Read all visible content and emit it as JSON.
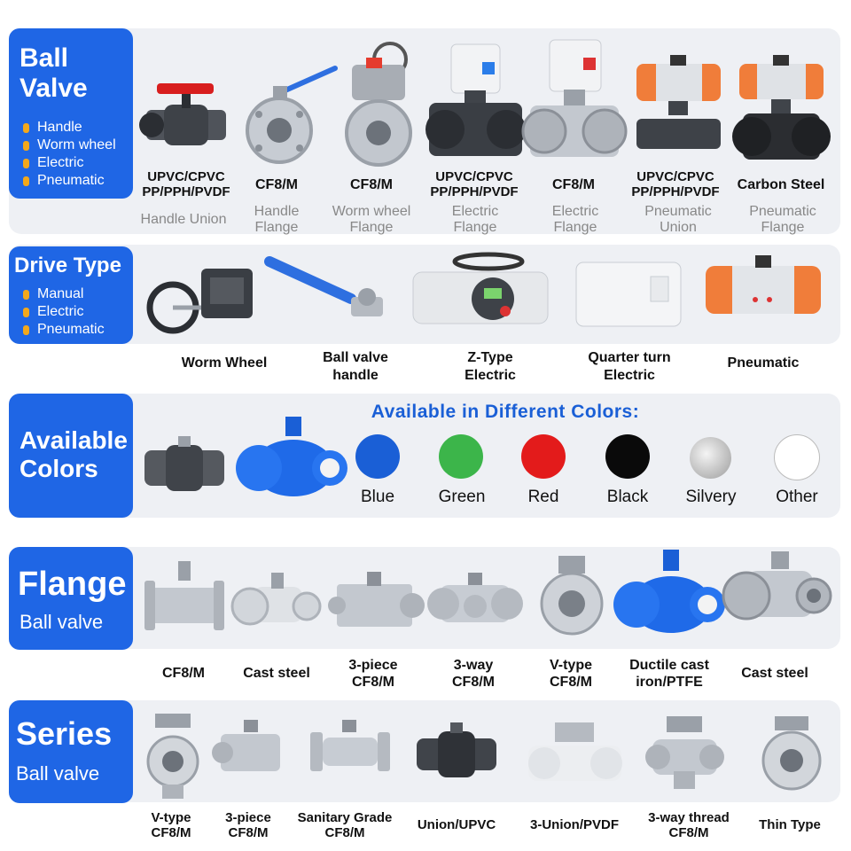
{
  "sections": {
    "ball_valve": {
      "title_line1": "Ball",
      "title_line2": "Valve",
      "bullets": [
        "Handle",
        "Worm wheel",
        "Electric",
        "Pneumatic"
      ],
      "products": [
        {
          "caption_line1": "UPVC/CPVC",
          "caption_line2": "PP/PPH/PVDF",
          "sub_line1": "Handle Union",
          "sub_line2": ""
        },
        {
          "caption_line1": "CF8/M",
          "caption_line2": "",
          "sub_line1": "Handle",
          "sub_line2": "Flange"
        },
        {
          "caption_line1": "CF8/M",
          "caption_line2": "",
          "sub_line1": "Worm wheel",
          "sub_line2": "Flange"
        },
        {
          "caption_line1": "UPVC/CPVC",
          "caption_line2": "PP/PPH/PVDF",
          "sub_line1": "Electric",
          "sub_line2": "Flange"
        },
        {
          "caption_line1": "CF8/M",
          "caption_line2": "",
          "sub_line1": "Electric",
          "sub_line2": "Flange"
        },
        {
          "caption_line1": "UPVC/CPVC",
          "caption_line2": "PP/PPH/PVDF",
          "sub_line1": "Pneumatic",
          "sub_line2": "Union"
        },
        {
          "caption_line1": "Carbon Steel",
          "caption_line2": "",
          "sub_line1": "Pneumatic",
          "sub_line2": "Flange"
        }
      ]
    },
    "drive_type": {
      "title": "Drive Type",
      "bullets": [
        "Manual",
        "Electric",
        "Pneumatic"
      ],
      "products": [
        {
          "caption_line1": "Worm Wheel",
          "caption_line2": ""
        },
        {
          "caption_line1": "Ball valve",
          "caption_line2": "handle"
        },
        {
          "caption_line1": "Z-Type",
          "caption_line2": "Electric"
        },
        {
          "caption_line1": "Quarter turn",
          "caption_line2": "Electric"
        },
        {
          "caption_line1": "Pneumatic",
          "caption_line2": ""
        }
      ]
    },
    "colors": {
      "title_line1": "Available",
      "title_line2": "Colors",
      "heading": "Available in Different Colors:",
      "swatches": [
        {
          "label": "Blue",
          "color": "#1a5fd6"
        },
        {
          "label": "Green",
          "color": "#3cb54a"
        },
        {
          "label": "Red",
          "color": "#e31b1b"
        },
        {
          "label": "Black",
          "color": "#0a0a0a"
        },
        {
          "label": "Silvery",
          "color": "#c9c9c9"
        },
        {
          "label": "Other",
          "color": "#ffffff"
        }
      ]
    },
    "flange": {
      "title_line1": "Flange",
      "title_line2": "Ball valve",
      "products": [
        {
          "caption_line1": "CF8/M",
          "caption_line2": ""
        },
        {
          "caption_line1": "Cast steel",
          "caption_line2": ""
        },
        {
          "caption_line1": "3-piece",
          "caption_line2": "CF8/M"
        },
        {
          "caption_line1": "3-way",
          "caption_line2": "CF8/M"
        },
        {
          "caption_line1": "V-type",
          "caption_line2": "CF8/M"
        },
        {
          "caption_line1": "Ductile cast",
          "caption_line2": "iron/PTFE"
        },
        {
          "caption_line1": "Cast steel",
          "caption_line2": ""
        }
      ]
    },
    "series": {
      "title_line1": "Series",
      "title_line2": "Ball valve",
      "products": [
        {
          "caption_line1": "V-type",
          "caption_line2": "CF8/M"
        },
        {
          "caption_line1": "3-piece",
          "caption_line2": "CF8/M"
        },
        {
          "caption_line1": "Sanitary Grade",
          "caption_line2": "CF8/M"
        },
        {
          "caption_line1": "Union/UPVC",
          "caption_line2": ""
        },
        {
          "caption_line1": "3-Union/PVDF",
          "caption_line2": ""
        },
        {
          "caption_line1": "3-way thread",
          "caption_line2": "CF8/M"
        },
        {
          "caption_line1": "Thin Type",
          "caption_line2": ""
        }
      ]
    }
  },
  "colors": {
    "accent": "#1f66e5",
    "bullet": "#f3a81b",
    "band": "#eef0f4",
    "steel": "#b9bec6",
    "pvc_gray": "#5b5f66",
    "actuator_orange": "#f07d3a"
  }
}
